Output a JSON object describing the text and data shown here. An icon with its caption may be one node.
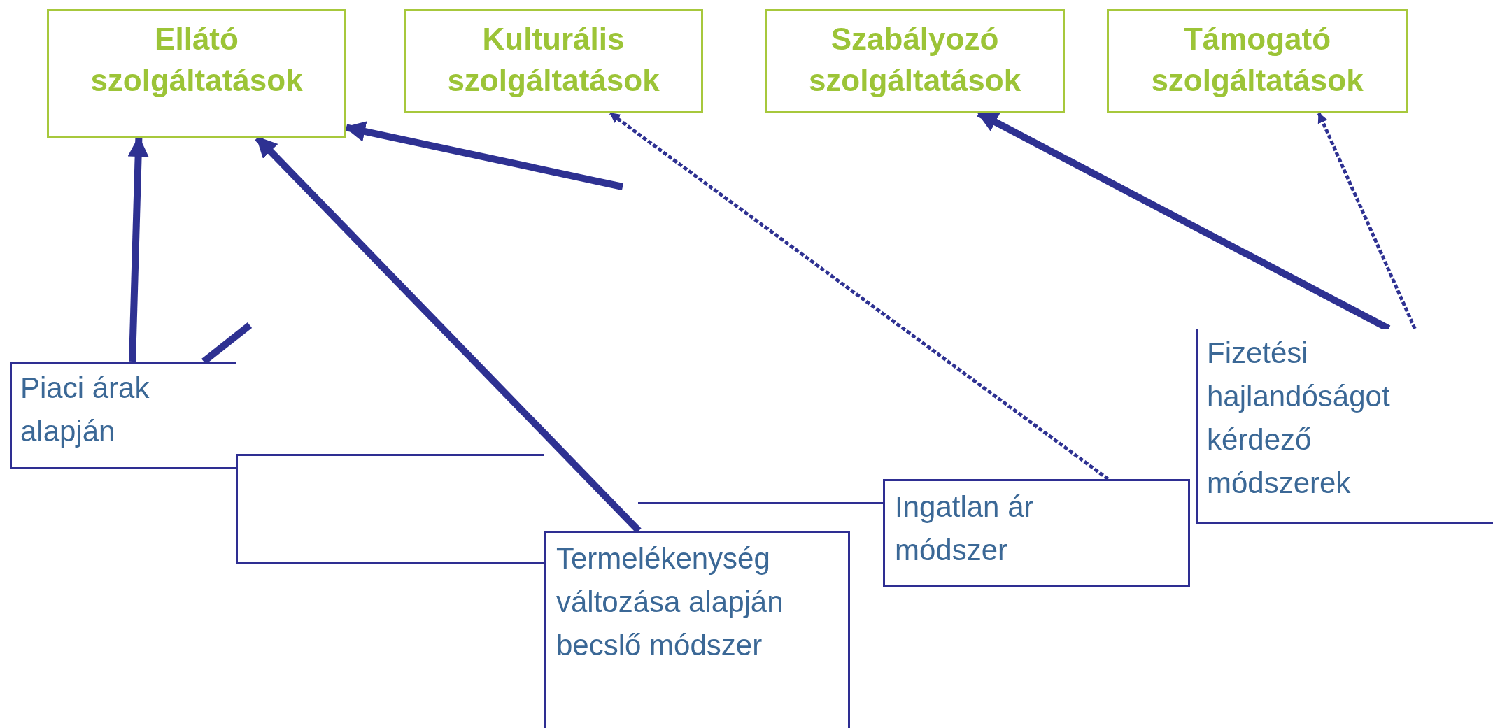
{
  "diagram": {
    "nodes": [
      {
        "text": [
          "Ellátó szolgáltatások"
        ]
      },
      {
        "text": [
          "Kulturális szolgáltatások"
        ]
      },
      {
        "text": [
          "Szabályozó szolgáltatások"
        ]
      },
      {
        "text": [
          "Támogató szolgáltatások"
        ]
      },
      {
        "text": [
          "Piaci árak alapján"
        ]
      },
      {
        "text": [],
        "shape": "box"
      },
      {
        "text": [],
        "shape": "box"
      },
      {
        "text": [
          "Termelékenység változása alapján becslő módszer"
        ]
      },
      {
        "text": [
          "Ingatlan ár módszer"
        ]
      },
      {
        "text": [
          "Fizetési hajlandóságot kérdező módszerek"
        ]
      }
    ],
    "edges": [
      {
        "from": 4,
        "to": 0,
        "arrow": "to"
      },
      {
        "from": 4,
        "to": null,
        "arrow": "none"
      },
      {
        "from": 7,
        "to": 0,
        "arrow": "to"
      },
      {
        "from": null,
        "to": 0,
        "arrow": "to"
      },
      {
        "from": 8,
        "to": 1,
        "arrow": "to",
        "style": "dashed"
      },
      {
        "from": 9,
        "to": 2,
        "arrow": "to"
      },
      {
        "from": 9,
        "to": 3,
        "arrow": "to",
        "style": "dashed"
      }
    ]
  }
}
